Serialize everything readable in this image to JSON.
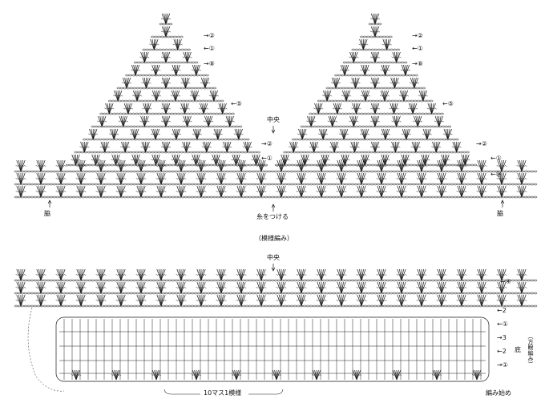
{
  "top_chart": {
    "row_markers": [
      "→②",
      "←①",
      "→⑧",
      "←⑤",
      "→②",
      "←①",
      "←㉔"
    ],
    "center_label": "中央",
    "side_label": "脇",
    "attach_label": "糸をつける"
  },
  "caption": "（模様編み）",
  "bottom_chart": {
    "center_label": "中央",
    "row_markers": [
      "←④",
      "←2",
      "←①",
      "→3",
      "←2",
      "→①"
    ],
    "bottom_label": "底",
    "square_label": "（方眼編み）",
    "repeat_label": "10マス1模様",
    "start_label": "編み始め"
  },
  "colors": {
    "ink": "#1a1a1a",
    "paper": "#ffffff"
  }
}
